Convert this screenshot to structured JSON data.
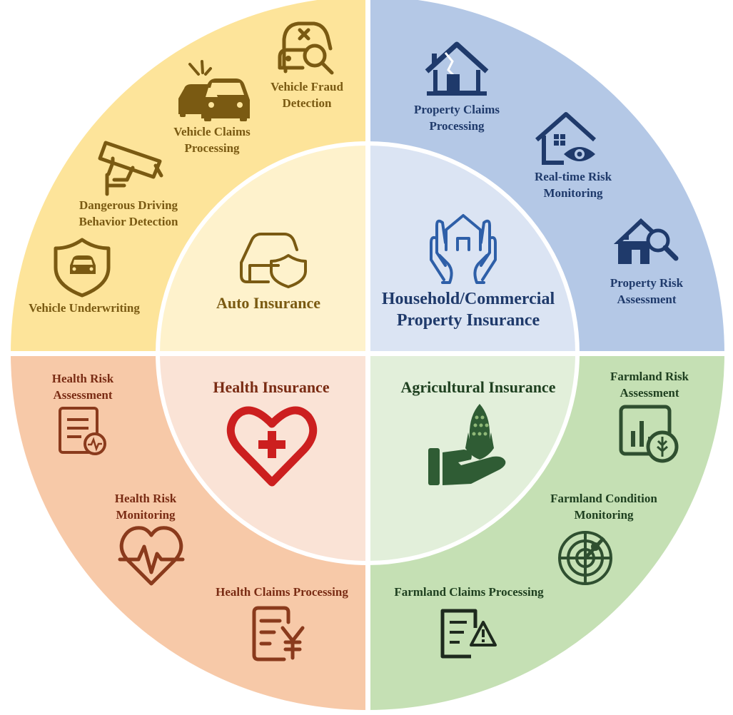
{
  "colors": {
    "auto_outer": "#fde49a",
    "auto_inner": "#fef2cc",
    "property_outer": "#b4c8e6",
    "property_inner": "#dbe4f3",
    "health_outer": "#f7c9a8",
    "health_inner": "#fae3d6",
    "agri_outer": "#c5e0b4",
    "agri_inner": "#e2efda",
    "auto_icon": "#7a5a12",
    "property_icon": "#1f3a6b",
    "health_icon": "#8a3a1c",
    "health_heart": "#cc1f1f",
    "agri_icon": "#3a5a3a"
  },
  "sections": {
    "auto": {
      "center_label": "Auto Insurance",
      "items": [
        {
          "label": "Vehicle Fraud\nDetection",
          "icon": "car-search-icon"
        },
        {
          "label": "Vehicle Claims\nProcessing",
          "icon": "car-crash-icon"
        },
        {
          "label": "Dangerous Driving\nBehavior Detection",
          "icon": "surveillance-camera-icon"
        },
        {
          "label": "Vehicle Underwriting",
          "icon": "car-shield-icon"
        }
      ]
    },
    "property": {
      "center_label": "Household/Commercial\nProperty Insurance",
      "items": [
        {
          "label": "Property Claims\nProcessing",
          "icon": "broken-house-icon"
        },
        {
          "label": "Real-time Risk\nMonitoring",
          "icon": "house-eye-icon"
        },
        {
          "label": "Property Risk\nAssessment",
          "icon": "house-search-icon"
        }
      ]
    },
    "health": {
      "center_label": "Health Insurance",
      "items": [
        {
          "label": "Health Risk\nAssessment",
          "icon": "medical-report-icon"
        },
        {
          "label": "Health Risk\nMonitoring",
          "icon": "heartbeat-icon"
        },
        {
          "label": "Health Claims Processing",
          "icon": "yen-document-icon"
        }
      ]
    },
    "agri": {
      "center_label": "Agricultural Insurance",
      "items": [
        {
          "label": "Farmland Risk\nAssessment",
          "icon": "crop-chart-icon"
        },
        {
          "label": "Farmland Condition\nMonitoring",
          "icon": "radar-icon"
        },
        {
          "label": "Farmland Claims Processing",
          "icon": "warning-document-icon"
        }
      ]
    }
  }
}
